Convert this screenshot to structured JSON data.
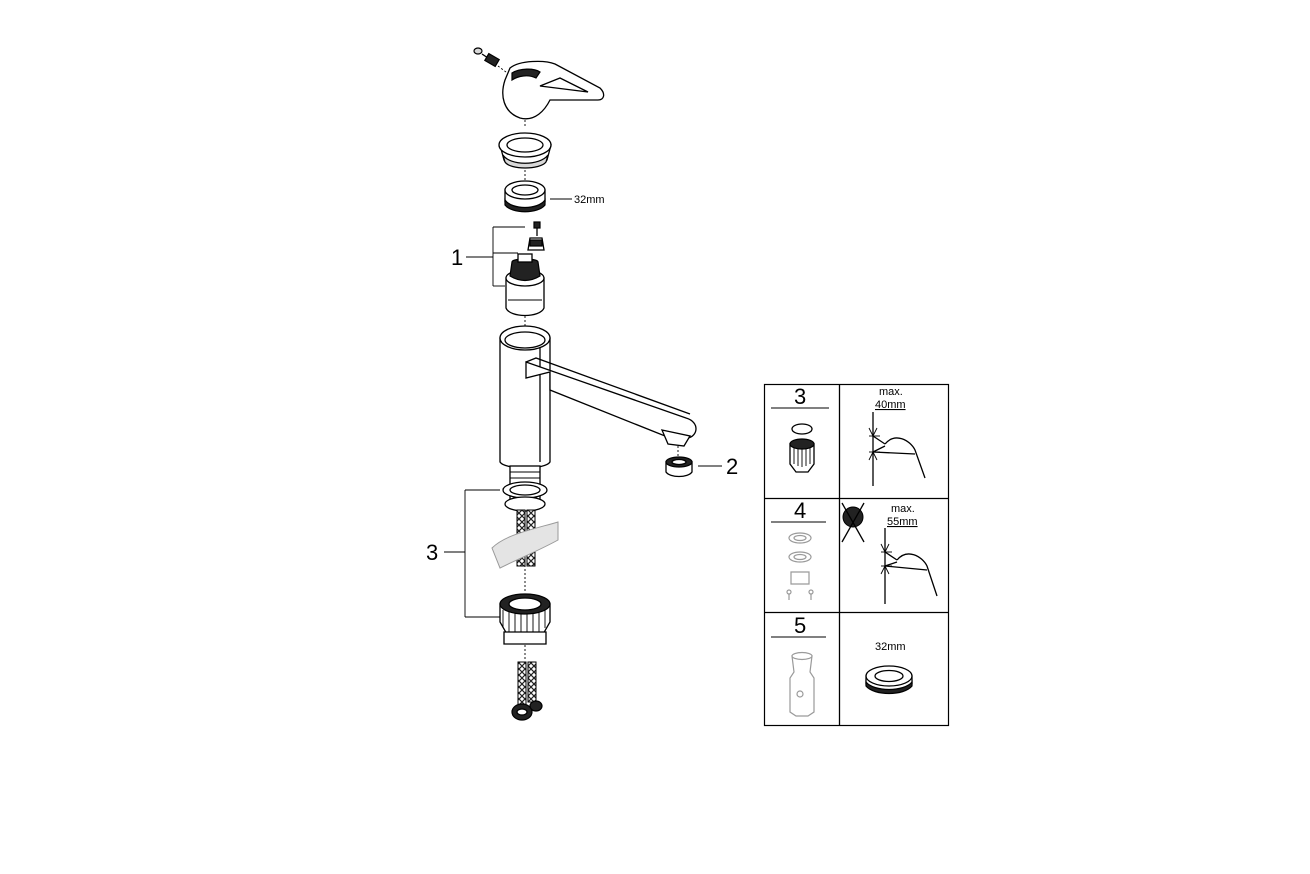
{
  "callouts": {
    "c1": "1",
    "c2": "2",
    "c3": "3",
    "nut_size": "32mm"
  },
  "table": {
    "row3": {
      "number": "3",
      "max_label": "max.",
      "max_value": "40mm"
    },
    "row4": {
      "number": "4",
      "max_label": "max.",
      "max_value": "55mm"
    },
    "row5": {
      "number": "5",
      "nut_size": "32mm"
    }
  }
}
